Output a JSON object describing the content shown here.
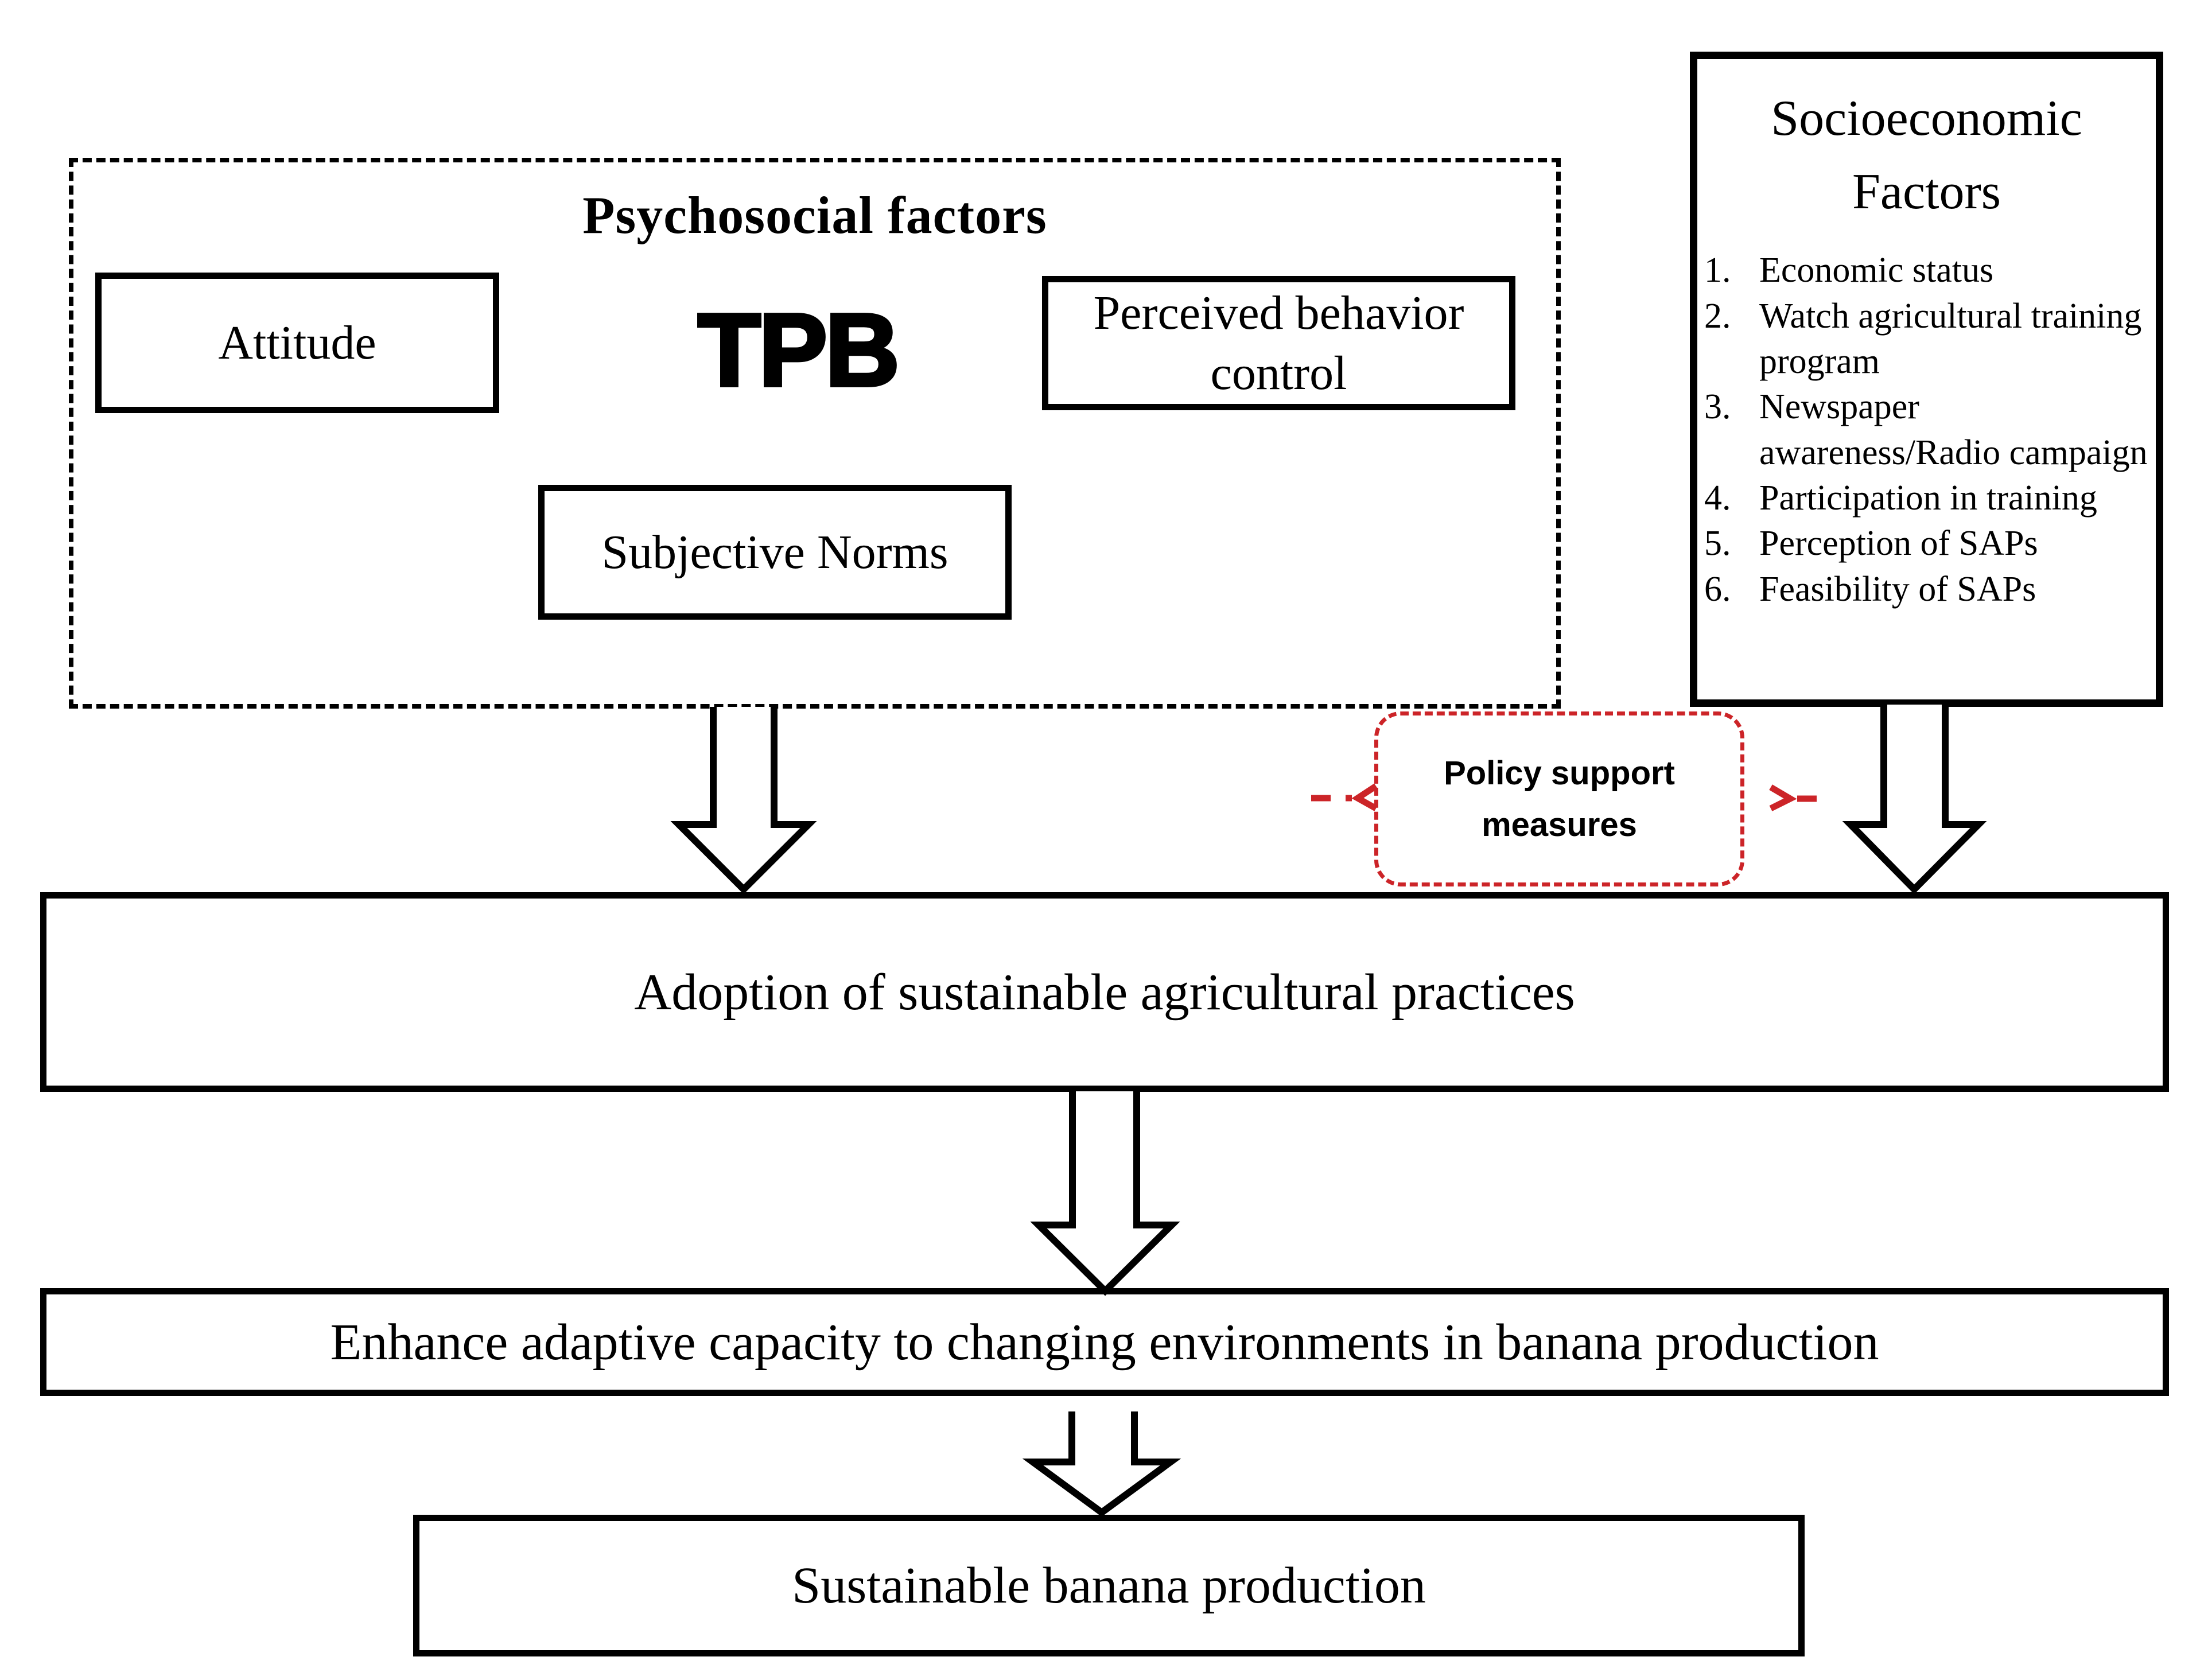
{
  "diagram": {
    "psychosocial": {
      "title": "Psychosocial factors",
      "tpb_label": "TPB",
      "attitude_label": "Attitude",
      "perceived_label": "Perceived behavior control",
      "subjective_label": "Subjective Norms"
    },
    "socioeconomic": {
      "title_line1": "Socioeconomic",
      "title_line2": "Factors",
      "items": [
        {
          "num": "1.",
          "text": "Economic status"
        },
        {
          "num": "2.",
          "text": "Watch agricultural training program"
        },
        {
          "num": "3.",
          "text": "Newspaper awareness/Radio campaign"
        },
        {
          "num": "4.",
          "text": "Participation in training"
        },
        {
          "num": "5.",
          "text": "Perception of SAPs"
        },
        {
          "num": "6.",
          "text": "Feasibility of SAPs"
        }
      ]
    },
    "policy": {
      "label_line1": "Policy support",
      "label_line2": "measures"
    },
    "adoption_label": "Adoption of  sustainable agricultural practices",
    "enhance_label": "Enhance adaptive capacity to changing environments in banana production",
    "sustainable_label": "Sustainable banana production",
    "colors": {
      "ink": "#000000",
      "background": "#ffffff",
      "policy_red": "#cc2428"
    }
  }
}
